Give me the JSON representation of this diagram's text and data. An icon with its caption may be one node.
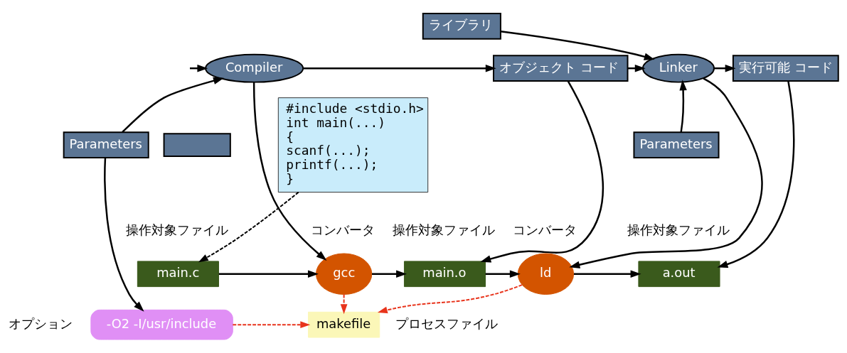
{
  "diagram": {
    "nodes": [
      {
        "text": [
          "#include <stdio.h>",
          "int main(...)",
          "{",
          "scanf(...);",
          "printf(...);",
          "}"
        ]
      },
      {
        "text": [
          "ライブラリ"
        ]
      },
      {
        "text": [
          "Compiler"
        ]
      },
      {
        "text": [
          "オブジェクト コード"
        ]
      },
      {
        "text": [
          "Linker"
        ]
      },
      {
        "text": [
          "実行可能 コード"
        ]
      },
      {
        "text": [],
        "shape": "box"
      },
      {
        "text": [
          "Parameters"
        ]
      },
      {
        "text": [
          "Parameters"
        ]
      },
      {
        "text": [
          "main.c"
        ],
        "beside": [
          "操作対象ファイル"
        ]
      },
      {
        "text": [
          "gcc"
        ],
        "beside": [
          "コンバータ"
        ]
      },
      {
        "text": [
          "main.o"
        ],
        "beside": [
          "操作対象ファイル"
        ]
      },
      {
        "text": [
          "ld"
        ],
        "beside": [
          "コンバータ"
        ]
      },
      {
        "text": [
          "a.out"
        ],
        "beside": [
          "操作対象ファイル"
        ]
      },
      {
        "text": [
          "-O2 -I/usr/include"
        ],
        "beside": [
          "オプション"
        ]
      },
      {
        "text": [
          "makefile"
        ],
        "beside": [
          "プロセスファイル"
        ]
      }
    ],
    "edges": [
      {
        "from": null,
        "to": 2,
        "arrow": "to"
      },
      {
        "from": 2,
        "to": 3,
        "arrow": "to"
      },
      {
        "from": 3,
        "to": 4,
        "arrow": "to"
      },
      {
        "from": 4,
        "to": 5,
        "arrow": "to"
      },
      {
        "from": 1,
        "to": 4,
        "arrow": "to"
      },
      {
        "from": 7,
        "to": 2,
        "arrow": "to"
      },
      {
        "from": 8,
        "to": 4,
        "arrow": "to"
      },
      {
        "from": 0,
        "to": 9,
        "arrow": "to",
        "style": "dashed"
      },
      {
        "from": 9,
        "to": 10,
        "arrow": "to"
      },
      {
        "from": 10,
        "to": 11,
        "arrow": "to"
      },
      {
        "from": 11,
        "to": 12,
        "arrow": "to"
      },
      {
        "from": 12,
        "to": 13,
        "arrow": "to"
      },
      {
        "from": 2,
        "to": 10,
        "arrow": "to"
      },
      {
        "from": 7,
        "to": 14,
        "arrow": "to"
      },
      {
        "from": 3,
        "to": 11,
        "arrow": "to"
      },
      {
        "from": 4,
        "to": 12,
        "arrow": "to"
      },
      {
        "from": 5,
        "to": 13,
        "arrow": "to"
      },
      {
        "from": 10,
        "to": 15,
        "arrow": "to",
        "style": "dashed",
        "color": "#e8341c"
      },
      {
        "from": 14,
        "to": 15,
        "arrow": "to",
        "style": "dashed",
        "color": "#e8341c"
      },
      {
        "from": 12,
        "to": 15,
        "arrow": "to",
        "style": "dashed",
        "color": "#e8341c"
      }
    ]
  }
}
